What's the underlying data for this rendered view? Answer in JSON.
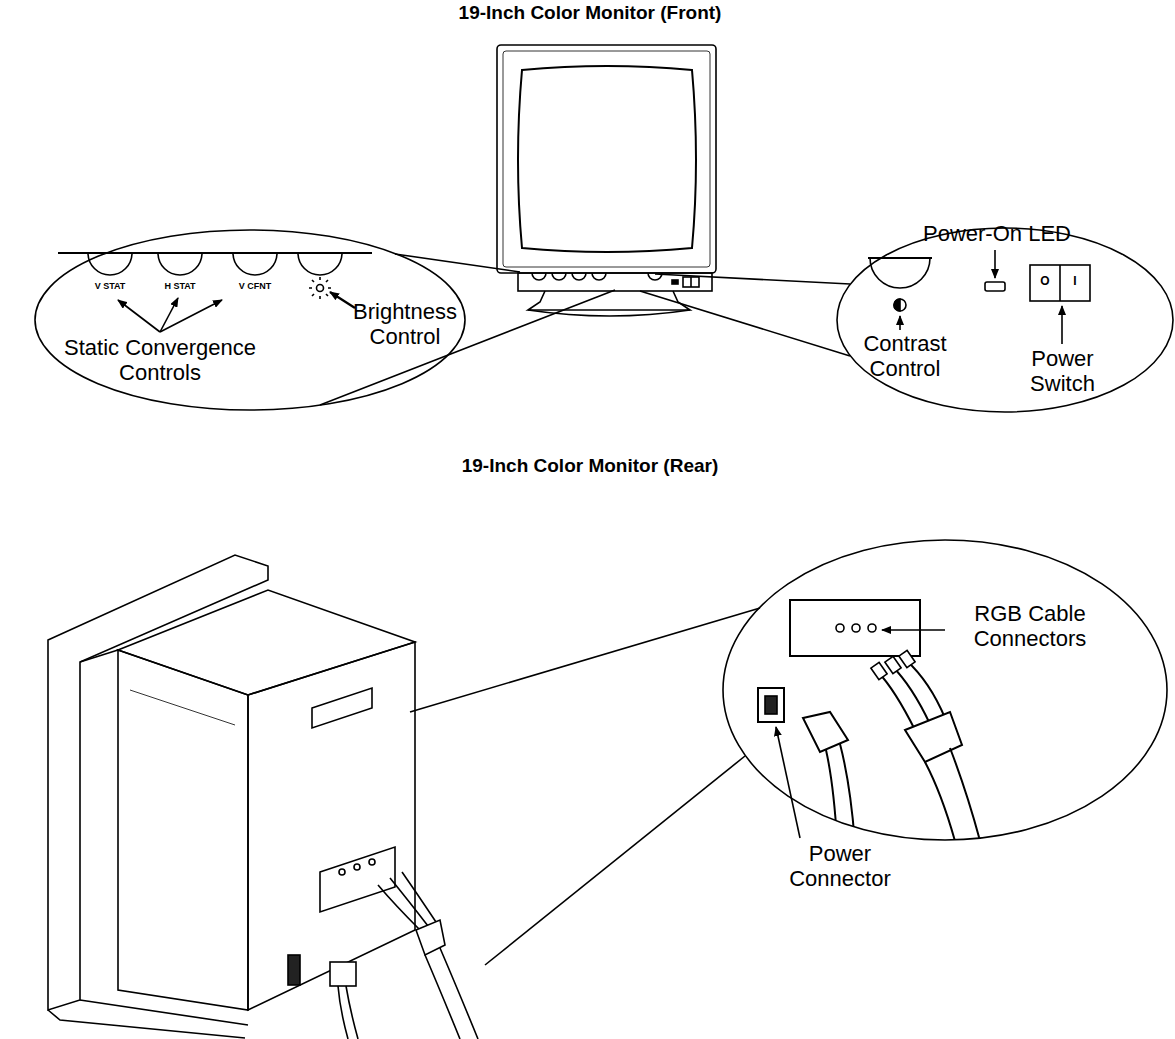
{
  "diagram": {
    "labels": [
      "19-Inch Color Monitor (Front)",
      "V STAT",
      "H STAT",
      "V CFNT",
      "Brightness Control",
      "Static Convergence Controls",
      "Power-On LED",
      "O",
      "I",
      "Contrast Control",
      "Power Switch",
      "19-Inch Color Monitor (Rear)",
      "RGB Cable Connectors",
      "Power Connector"
    ]
  }
}
